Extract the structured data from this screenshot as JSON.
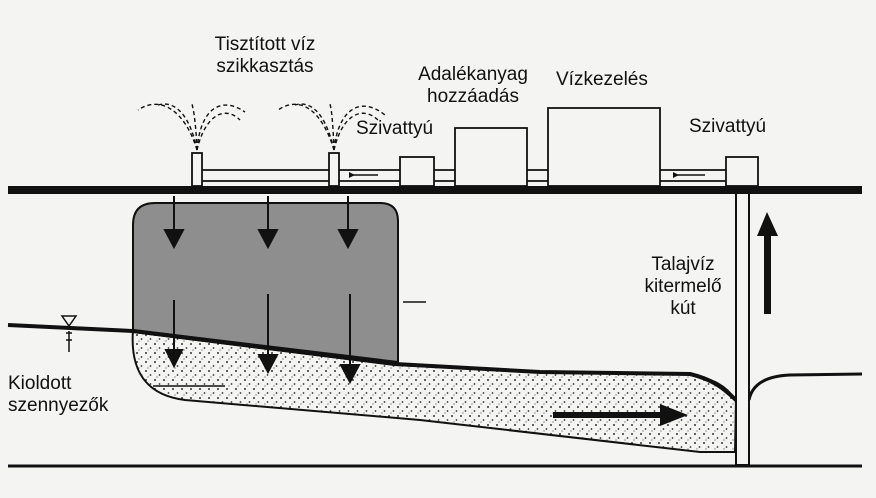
{
  "labels": {
    "treated_water": [
      "Tisztított víz",
      "szikkasztás"
    ],
    "additive": [
      "Adalékanyag",
      "hozzáadás"
    ],
    "water_treatment": "Vízkezelés",
    "pump_left": "Szivattyú",
    "pump_right": "Szivattyú",
    "well": [
      "Talajvíz",
      "kitermelő",
      "kút"
    ],
    "dissolved": [
      "Kioldott",
      "szennyezők"
    ]
  },
  "colors": {
    "background": "#f4f4f2",
    "ink": "#111111",
    "contaminated_zone": "#8e8e8e",
    "plume_dots": "#333333"
  },
  "icons": [
    "sprinkler-spray",
    "water-table-symbol",
    "flow-arrow"
  ]
}
